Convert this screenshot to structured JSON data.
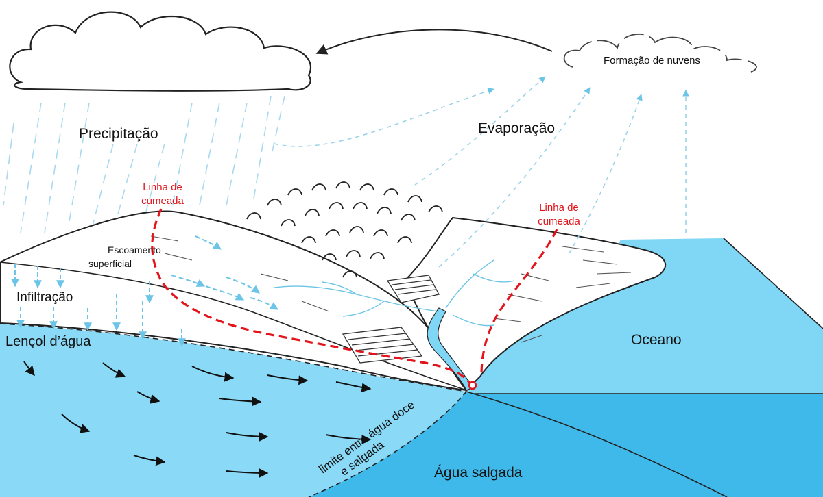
{
  "labels": {
    "precipitation": "Precipitação",
    "evaporation": "Evaporação",
    "cloud_formation": "Formação de nuvens",
    "ridge_line_left": [
      "Linha de",
      "cumeada"
    ],
    "ridge_line_right": [
      "Linha de",
      "cumeada"
    ],
    "runoff": [
      "Escoamento",
      "superficial"
    ],
    "infiltration": "Infiltração",
    "water_table": "Lençol d’água",
    "ocean": "Oceano",
    "freshwater_boundary": [
      "limite entre água doce",
      "e salgada"
    ],
    "salt_water": "Água salgada"
  },
  "colors": {
    "ocean_light": "#7fd6f5",
    "ocean_dark": "#3fb9ea",
    "groundwater": "#8ad9f6",
    "arrow_blue": "#6cc4e6",
    "ridge_red": "#e3141b",
    "ink": "#222222"
  }
}
